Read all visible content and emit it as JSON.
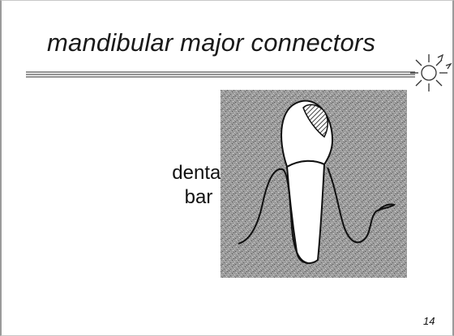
{
  "slide": {
    "title": "mandibular major connectors",
    "label_line1": "dental",
    "label_line2": "bar",
    "page_number": "14"
  },
  "icons": {
    "decoration": "sun-icon",
    "figure": "tooth-cross-section-diagram"
  }
}
